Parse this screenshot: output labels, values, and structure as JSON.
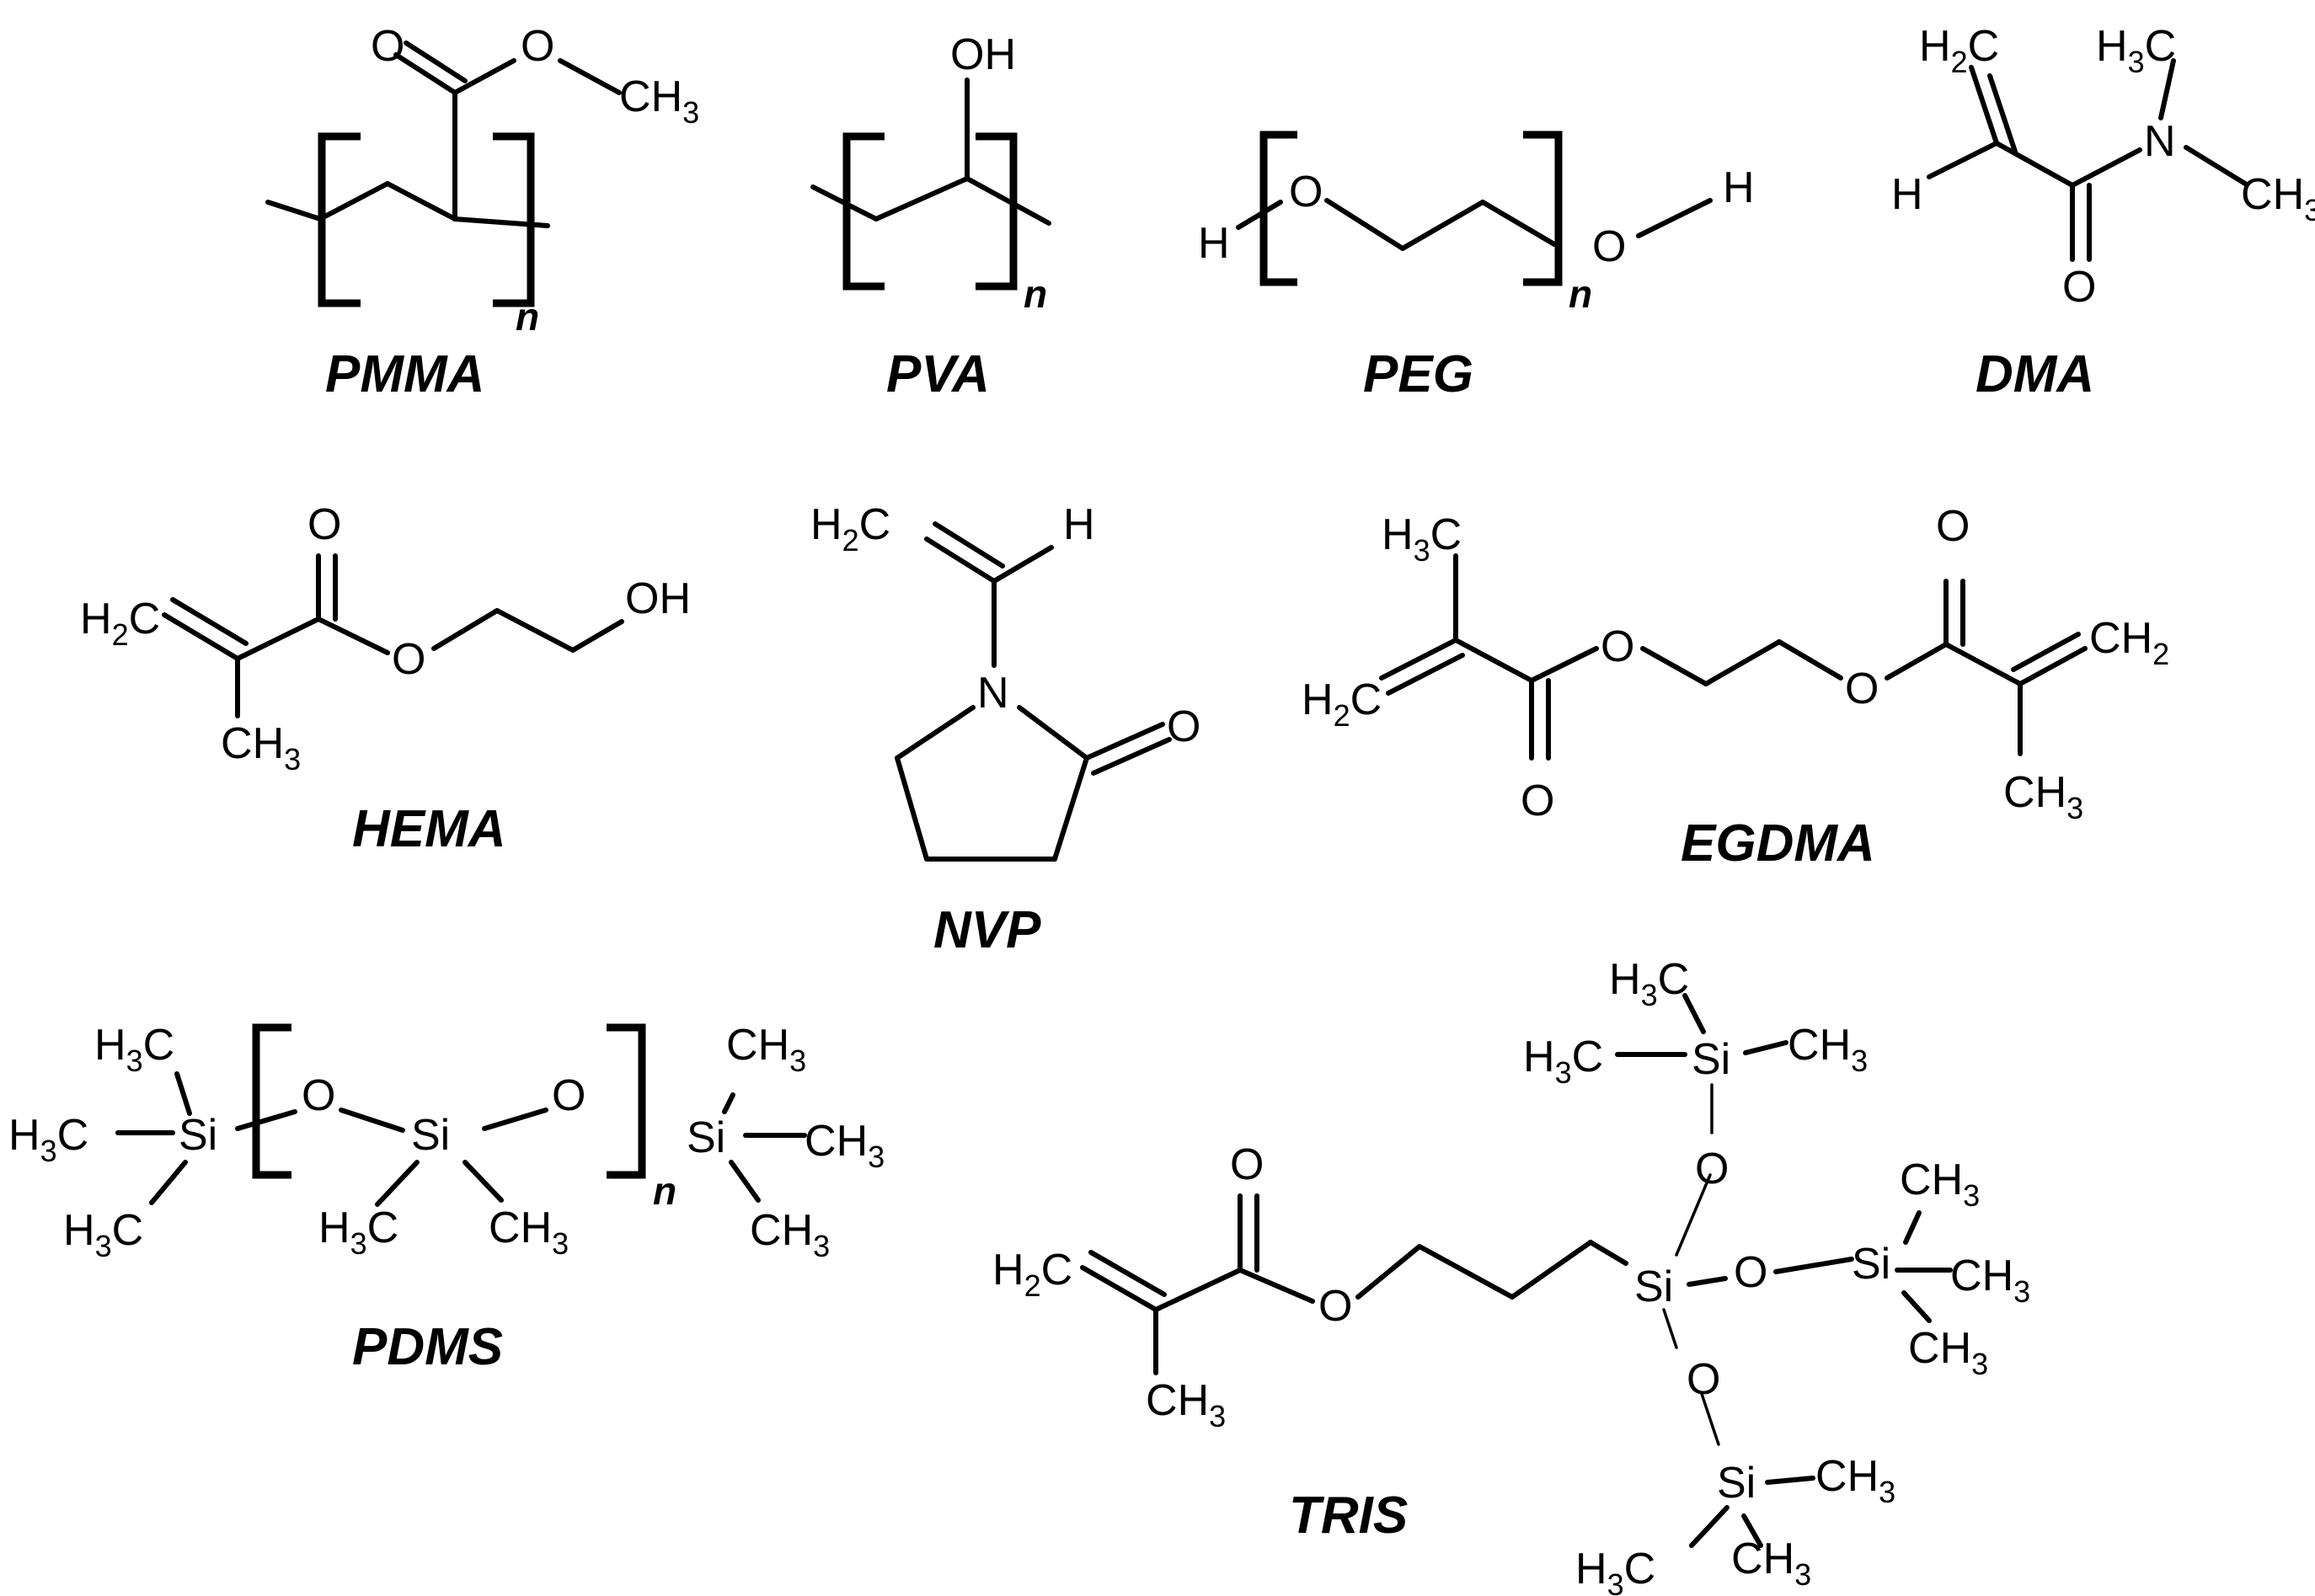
{
  "molecules": {
    "pmma": {
      "name": "PMMA"
    },
    "pva": {
      "name": "PVA"
    },
    "peg": {
      "name": "PEG"
    },
    "dma": {
      "name": "DMA"
    },
    "hema": {
      "name": "HEMA"
    },
    "nvp": {
      "name": "NVP"
    },
    "egdma": {
      "name": "EGDMA"
    },
    "pdms": {
      "name": "PDMS"
    },
    "tris": {
      "name": "TRIS"
    }
  },
  "atoms": {
    "O": "O",
    "H": "H",
    "N": "N",
    "Si": "Si",
    "C": "C",
    "OH": "OH",
    "n": "n",
    "sub2": "2",
    "sub3": "3"
  }
}
